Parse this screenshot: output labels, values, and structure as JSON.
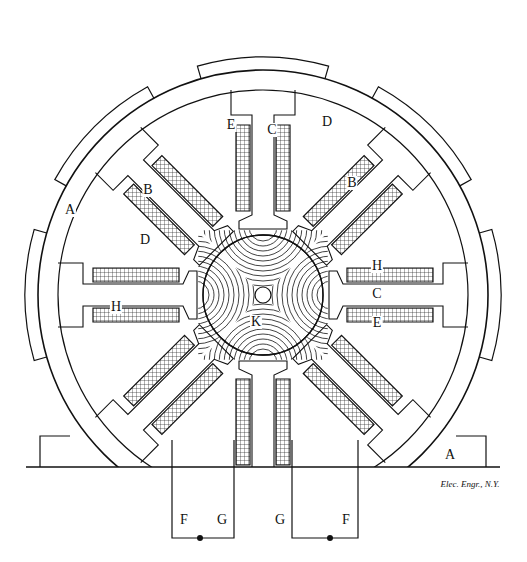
{
  "diagram": {
    "labels": [
      "E",
      "C",
      "D",
      "A",
      "B",
      "D",
      "B",
      "H",
      "C",
      "H",
      "E",
      "K",
      "A",
      "F",
      "G",
      "G",
      "F",
      "Elec. Engr., N.Y."
    ]
  }
}
